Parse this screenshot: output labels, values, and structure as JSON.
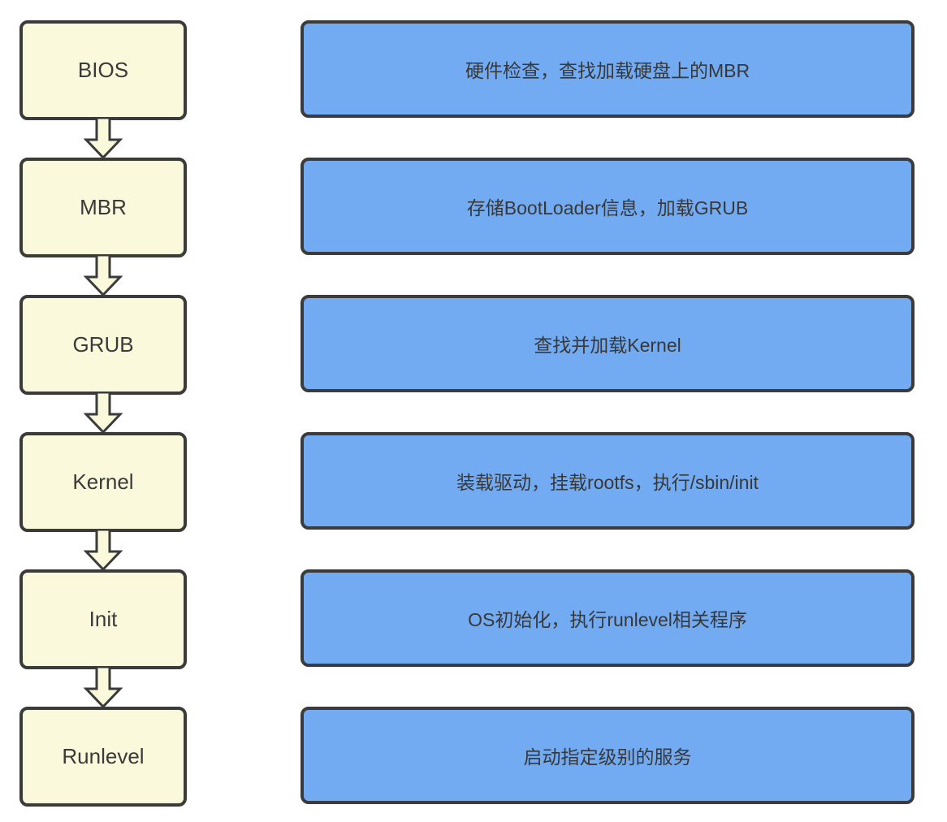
{
  "diagram": {
    "steps": [
      {
        "label": "BIOS",
        "description": "硬件检查，查找加载硬盘上的MBR"
      },
      {
        "label": "MBR",
        "description": "存储BootLoader信息，加载GRUB"
      },
      {
        "label": "GRUB",
        "description": "查找并加载Kernel"
      },
      {
        "label": "Kernel",
        "description": "装载驱动，挂载rootfs，执行/sbin/init"
      },
      {
        "label": "Init",
        "description": "OS初始化，执行runlevel相关程序"
      },
      {
        "label": "Runlevel",
        "description": "启动指定级别的服务"
      }
    ],
    "colors": {
      "node_fill": "#FBF9DC",
      "description_fill": "#72ABF2",
      "border": "#3B3B3B",
      "text": "#3A3A3A"
    }
  }
}
